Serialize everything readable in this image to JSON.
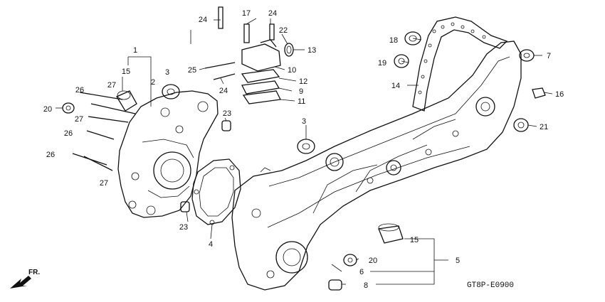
{
  "diagram_code": "GT8P-E0900",
  "direction_label": "FR.",
  "callouts": [
    {
      "id": "c1",
      "label": "1"
    },
    {
      "id": "c2",
      "label": "2"
    },
    {
      "id": "c3a",
      "label": "3"
    },
    {
      "id": "c3b",
      "label": "3"
    },
    {
      "id": "c4",
      "label": "4"
    },
    {
      "id": "c5",
      "label": "5"
    },
    {
      "id": "c6",
      "label": "6"
    },
    {
      "id": "c7",
      "label": "7"
    },
    {
      "id": "c8",
      "label": "8"
    },
    {
      "id": "c9",
      "label": "9"
    },
    {
      "id": "c10",
      "label": "10"
    },
    {
      "id": "c11",
      "label": "11"
    },
    {
      "id": "c12",
      "label": "12"
    },
    {
      "id": "c13",
      "label": "13"
    },
    {
      "id": "c14",
      "label": "14"
    },
    {
      "id": "c15a",
      "label": "15"
    },
    {
      "id": "c15b",
      "label": "15"
    },
    {
      "id": "c16",
      "label": "16"
    },
    {
      "id": "c17",
      "label": "17"
    },
    {
      "id": "c18",
      "label": "18"
    },
    {
      "id": "c19",
      "label": "19"
    },
    {
      "id": "c20a",
      "label": "20"
    },
    {
      "id": "c20b",
      "label": "20"
    },
    {
      "id": "c21",
      "label": "21"
    },
    {
      "id": "c22",
      "label": "22"
    },
    {
      "id": "c23a",
      "label": "23"
    },
    {
      "id": "c23b",
      "label": "23"
    },
    {
      "id": "c24a",
      "label": "24"
    },
    {
      "id": "c24b",
      "label": "24"
    },
    {
      "id": "c24c",
      "label": "24"
    },
    {
      "id": "c25",
      "label": "25"
    },
    {
      "id": "c26a",
      "label": "26"
    },
    {
      "id": "c26b",
      "label": "26"
    },
    {
      "id": "c26c",
      "label": "26"
    },
    {
      "id": "c27a",
      "label": "27"
    },
    {
      "id": "c27b",
      "label": "27"
    },
    {
      "id": "c27c",
      "label": "27"
    }
  ]
}
